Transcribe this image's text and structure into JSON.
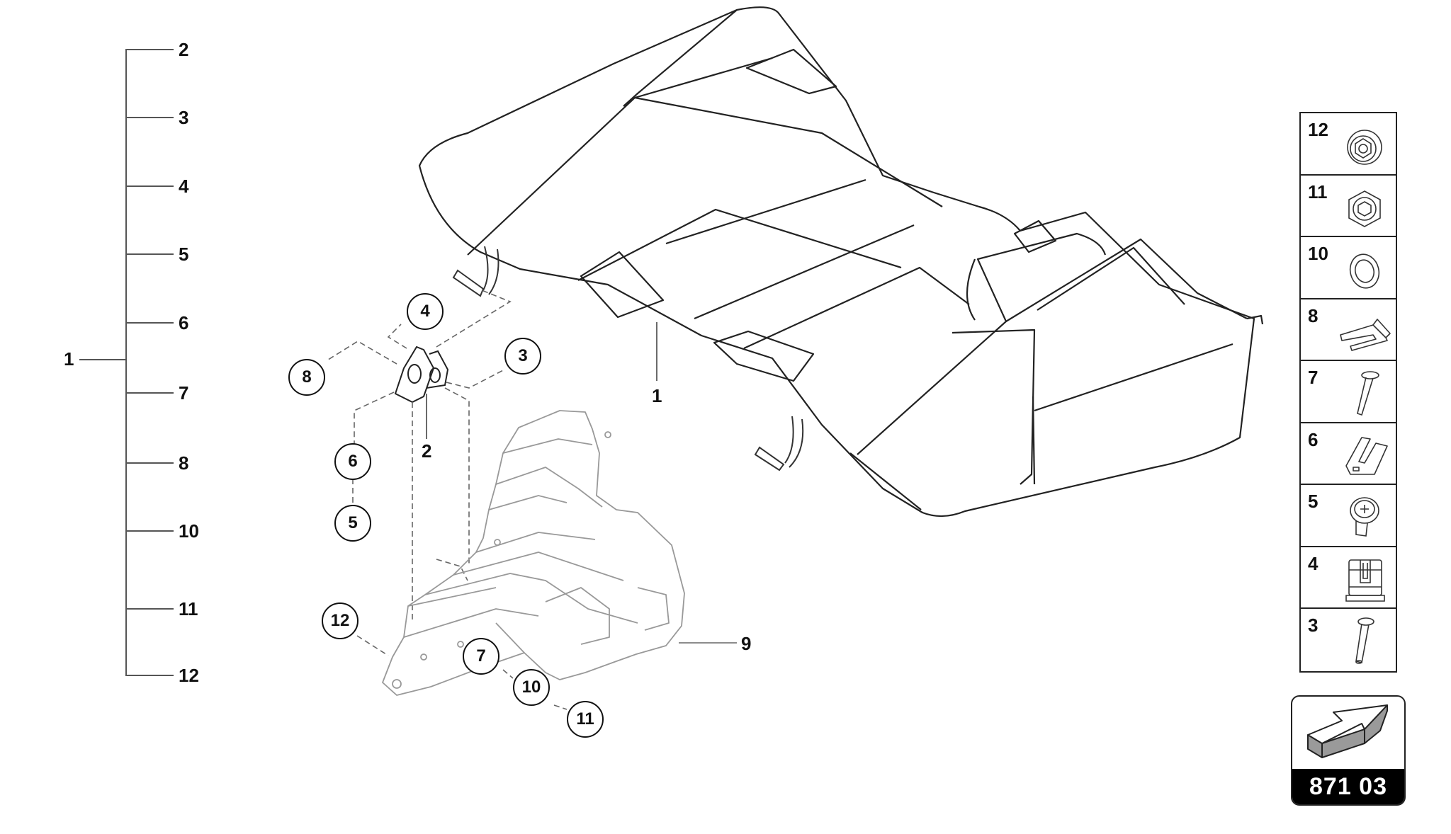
{
  "diagram": {
    "type": "exploded-parts-diagram",
    "reference_code": "871 03",
    "tree": {
      "root_label": "1",
      "children": [
        "2",
        "3",
        "4",
        "5",
        "6",
        "7",
        "8",
        "10",
        "11",
        "12"
      ]
    },
    "callouts": [
      {
        "id": "4",
        "style": "circle"
      },
      {
        "id": "8",
        "style": "circle"
      },
      {
        "id": "3",
        "style": "circle"
      },
      {
        "id": "6",
        "style": "circle"
      },
      {
        "id": "5",
        "style": "circle"
      },
      {
        "id": "12",
        "style": "circle"
      },
      {
        "id": "7",
        "style": "circle"
      },
      {
        "id": "10",
        "style": "circle"
      },
      {
        "id": "11",
        "style": "circle"
      }
    ],
    "plain_labels": [
      {
        "id": "1"
      },
      {
        "id": "2"
      },
      {
        "id": "9"
      }
    ],
    "legend": [
      {
        "number": "12",
        "icon": "flange-nut-icon"
      },
      {
        "number": "11",
        "icon": "hex-nut-icon"
      },
      {
        "number": "10",
        "icon": "washer-icon"
      },
      {
        "number": "8",
        "icon": "clip-bracket-icon"
      },
      {
        "number": "7",
        "icon": "pin-bolt-icon"
      },
      {
        "number": "6",
        "icon": "u-shim-plate-icon"
      },
      {
        "number": "5",
        "icon": "pan-head-screw-icon"
      },
      {
        "number": "4",
        "icon": "spring-clip-nut-icon"
      },
      {
        "number": "3",
        "icon": "rivet-pin-icon"
      }
    ],
    "badge_icon": "navigate-arrow-icon",
    "colors": {
      "line": "#555555",
      "text": "#111111",
      "badge_bg": "#000000",
      "badge_text": "#ffffff",
      "arrow_shade": "#9a9a9a"
    }
  }
}
